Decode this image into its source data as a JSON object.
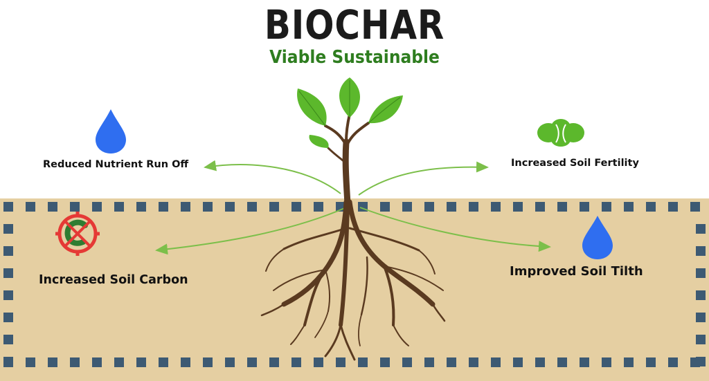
{
  "title": "BIOCHAR",
  "subtitle": "Viable Sustainable",
  "benefits": {
    "runoff": "Reduced Nutrient Run Off",
    "fertility": "Increased Soil Fertility",
    "carbon": "Increased Soil Carbon",
    "tilth": "Improved Soil Tilth"
  },
  "colors": {
    "soil": "#e5cfa2",
    "soil_border_dot": "#3d5a73",
    "leaf": "#5cb82c",
    "trunk": "#5a3a20",
    "arrow": "#7cbf4a",
    "water_drop": "#2f6ef0",
    "title": "#1b1b1b",
    "subtitle": "#2e7d1f",
    "carbon_ring": "#e53935",
    "carbon_letter": "#2e7d32"
  },
  "icons": {
    "runoff": "water-drop-icon",
    "fertility": "leaf-cluster-icon",
    "carbon": "carbon-symbol-icon",
    "tilth": "water-drop-icon"
  }
}
